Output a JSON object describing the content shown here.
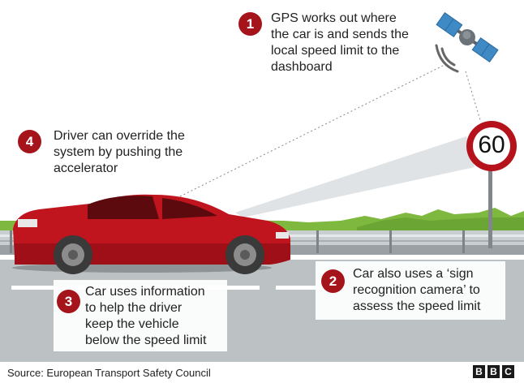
{
  "callouts": [
    {
      "num": "1",
      "text": "GPS works out where\nthe car is and sends the\nlocal speed limit to the\ndashboard"
    },
    {
      "num": "2",
      "text": "Car also uses a ‘sign\nrecognition camera’ to\nassess the speed limit"
    },
    {
      "num": "3",
      "text": "Car uses information\nto help the driver\nkeep the vehicle\nbelow the speed limit"
    },
    {
      "num": "4",
      "text": "Driver can override the\nsystem by pushing the\naccelerator"
    }
  ],
  "sign": {
    "value": "60"
  },
  "source": "Source: European Transport Safety Council",
  "logo": {
    "letters": [
      "B",
      "B",
      "C"
    ]
  },
  "colors": {
    "badge": "#a5141a",
    "car_body": "#c0141e",
    "sign_ring": "#b5121b",
    "road": "#bcc1c3",
    "grass": "#7fb83f",
    "satellite_panel": "#3f8ac4"
  }
}
